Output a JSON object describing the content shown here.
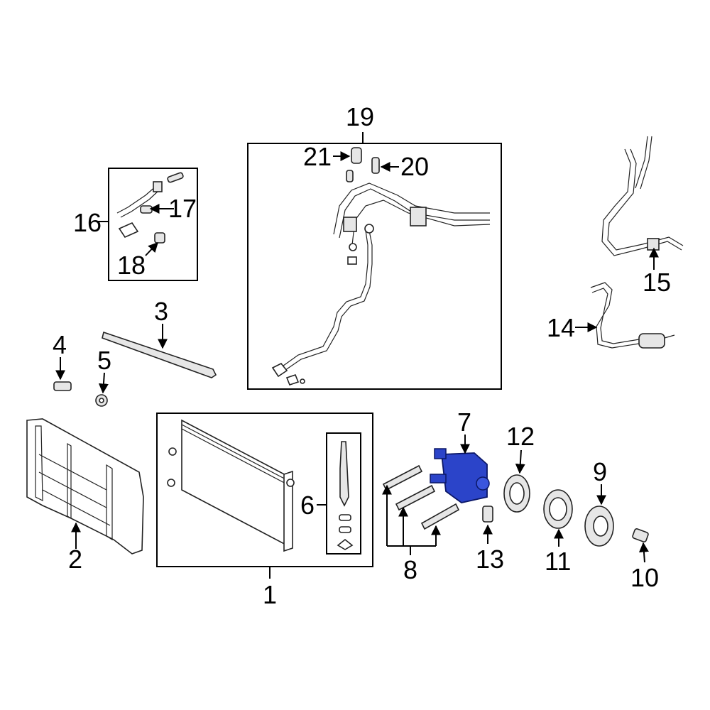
{
  "callouts": {
    "c1": "1",
    "c2": "2",
    "c3": "3",
    "c4": "4",
    "c5": "5",
    "c6": "6",
    "c7": "7",
    "c8": "8",
    "c9": "9",
    "c10": "10",
    "c11": "11",
    "c12": "12",
    "c13": "13",
    "c14": "14",
    "c15": "15",
    "c16": "16",
    "c17": "17",
    "c18": "18",
    "c19": "19",
    "c20": "20",
    "c21": "21"
  },
  "colors": {
    "highlight": "#2b44c9",
    "line": "#000000"
  }
}
